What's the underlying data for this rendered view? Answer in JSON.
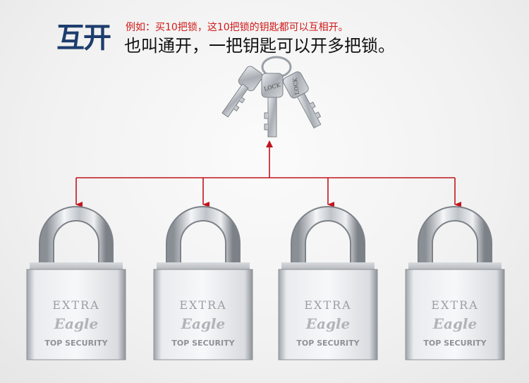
{
  "header": {
    "title": "互开",
    "example": "例如：买10把锁，这10把锁的钥匙都可以互相开。",
    "description": "也叫通开，一把钥匙可以开多把锁。"
  },
  "keys": {
    "engraving": "LOCK"
  },
  "locks": [
    {
      "line1": "EXTRA",
      "line2": "Eagle",
      "line3": "TOP SECURITY"
    },
    {
      "line1": "EXTRA",
      "line2": "Eagle",
      "line3": "TOP SECURITY"
    },
    {
      "line1": "EXTRA",
      "line2": "Eagle",
      "line3": "TOP SECURITY"
    },
    {
      "line1": "EXTRA",
      "line2": "Eagle",
      "line3": "TOP SECURITY"
    }
  ],
  "colors": {
    "title": "#1d3d6e",
    "example": "#d01818",
    "arrows": "#c0151d"
  }
}
